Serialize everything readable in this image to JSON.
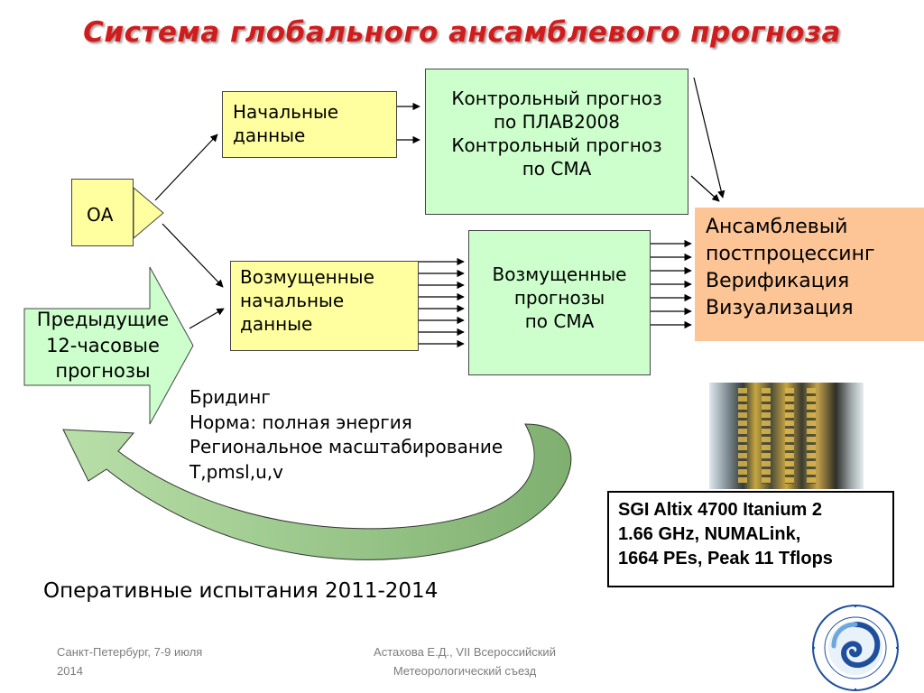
{
  "title": "Система глобального ансамблевого прогноза",
  "oa_label": "ОА",
  "previous_forecasts": "Предыдущие\n12-часовые\nпрогнозы",
  "initial_data": "Начальные\nданные",
  "control_forecast": "Контрольный прогноз\nпо ПЛАВ2008\nКонтрольный прогноз\nпо СМА",
  "perturbed_initial_data": "Возмущенные\nначальные\nданные",
  "perturbed_forecasts": "Возмущенные\nпрогнозы\nпо СМА",
  "postprocessing": "Ансамблевый\nпостпроцессинг\nВерификация\nВизуализация",
  "breeding": "Бридинг\nНорма: полная энергия\nРегиональное масштабирование\nT,pmsl,u,v",
  "sgi_spec": "SGI Altix 4700 Itanium 2\n1.66 GHz, NUMALink,\n1664 PEs, Peak 11 Tflops",
  "operational_trials": "Оперативные испытания 2011-2014",
  "footer_left": "Санкт-Петербург, 7-9 июля\n2014",
  "footer_center": "Астахова Е.Д., VII Всероссийский\nМетеорологический съезд",
  "colors": {
    "title": "#d01c1c",
    "yellow_box": "#ffffa0",
    "green_box": "#ccffcc",
    "orange_box": "#fdc596",
    "big_arrow": "#ccffcc",
    "footer": "#7d7d7d"
  }
}
